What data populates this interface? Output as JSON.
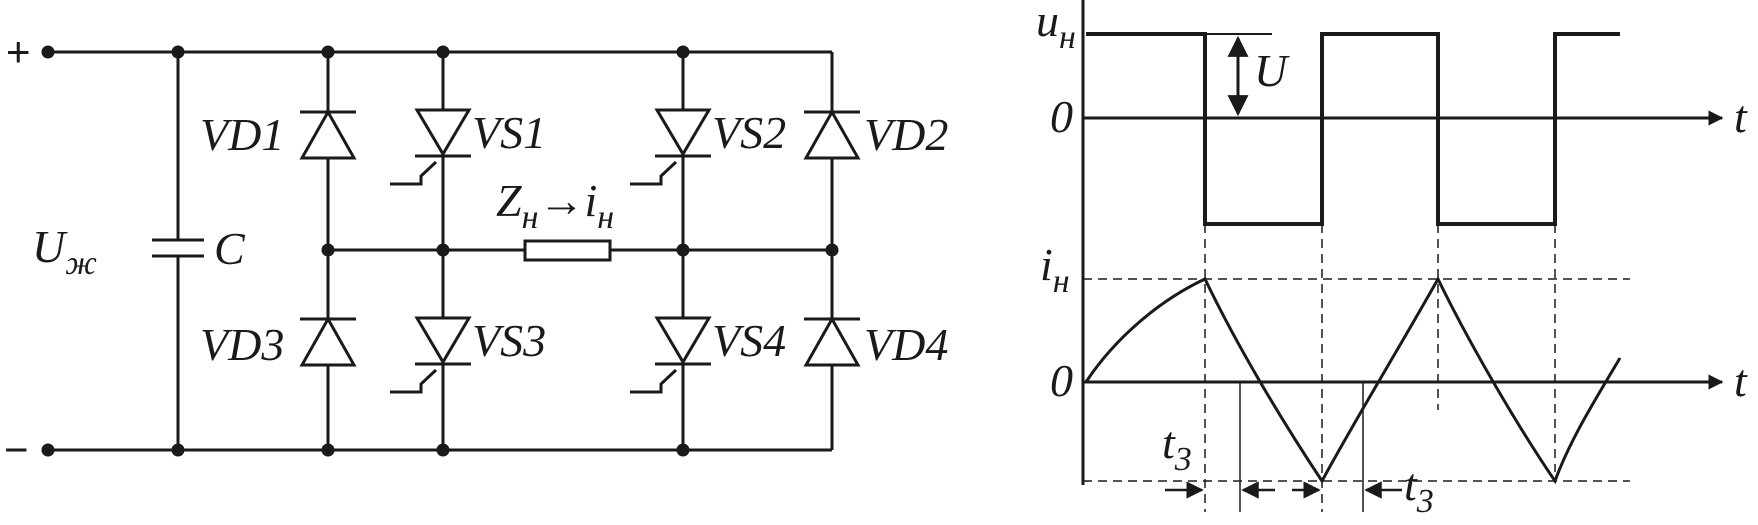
{
  "circuit": {
    "plus": "+",
    "minus": "−",
    "supply": {
      "main": "U",
      "sub": "ж"
    },
    "capacitor": "C",
    "diodes": [
      "VD1",
      "VD2",
      "VD3",
      "VD4"
    ],
    "thyristors": [
      "VS1",
      "VS2",
      "VS3",
      "VS4"
    ],
    "load": {
      "z": "Z",
      "z_sub": "н",
      "arrow": "→",
      "i": "i",
      "i_sub": "н"
    }
  },
  "timing": {
    "voltage": {
      "main": "u",
      "sub": "н"
    },
    "amplitude": "U",
    "zero_top": "0",
    "t_top": "t",
    "current": {
      "main": "i",
      "sub": "н"
    },
    "zero_bottom": "0",
    "t_bottom": "t",
    "t3_left": {
      "main": "t",
      "sub": "3"
    },
    "t3_right": {
      "main": "t",
      "sub": "3"
    }
  },
  "colors": {
    "ink": "#1a1a1a",
    "background": "#ffffff"
  }
}
